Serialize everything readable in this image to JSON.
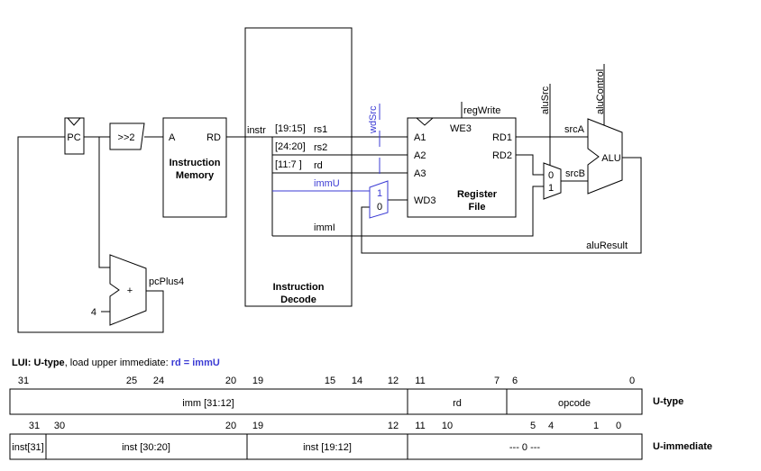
{
  "blocks": {
    "pc": "PC",
    "shift": ">>2",
    "imem_a": "A",
    "imem_rd": "RD",
    "imem_title_1": "Instruction",
    "imem_title_2": "Memory",
    "adder": "+",
    "decode_1": "Instruction",
    "decode_2": "Decode",
    "rf_a1": "A1",
    "rf_a2": "A2",
    "rf_a3": "A3",
    "rf_wd3": "WD3",
    "rf_we3": "WE3",
    "rf_rd1": "RD1",
    "rf_rd2": "RD2",
    "rf_title_1": "Register",
    "rf_title_2": "File",
    "alu": "ALU",
    "wd_mux_1": "1",
    "wd_mux_0": "0",
    "alu_mux_0": "0",
    "alu_mux_1": "1"
  },
  "signals": {
    "instr": "instr",
    "f_rs1": "[19:15]",
    "rs1": "rs1",
    "f_rs2": "[24:20]",
    "rs2": "rs2",
    "f_rd": "[11:7 ]",
    "rd": "rd",
    "immU": "immU",
    "immI": "immI",
    "regWrite": "regWrite",
    "wdSrc": "wdSrc",
    "aluSrc": "aluSrc",
    "aluControl": "aluControl",
    "srcA": "srcA",
    "srcB": "srcB",
    "aluResult": "aluResult",
    "pcPlus4": "pcPlus4",
    "four": "4"
  },
  "caption": {
    "prefix": "LUI: ",
    "type": "U-type",
    "middle": ", load upper immediate: ",
    "formula": "rd = immU"
  },
  "utype": {
    "bits": [
      "31",
      "25",
      "24",
      "20",
      "19",
      "15",
      "14",
      "12",
      "11",
      "7",
      "6",
      "0"
    ],
    "fields": [
      "imm [31:12]",
      "rd",
      "opcode"
    ],
    "label": "U-type"
  },
  "uimm": {
    "bits": [
      "31",
      "30",
      "20",
      "19",
      "12",
      "11",
      "10",
      "5",
      "4",
      "1",
      "0"
    ],
    "fields": [
      "inst[31]",
      "inst [30:20]",
      "inst [19:12]",
      "--- 0 ---"
    ],
    "label": "U-immediate"
  },
  "colors": {
    "accent": "#3b3bd4",
    "wire": "#000000"
  }
}
